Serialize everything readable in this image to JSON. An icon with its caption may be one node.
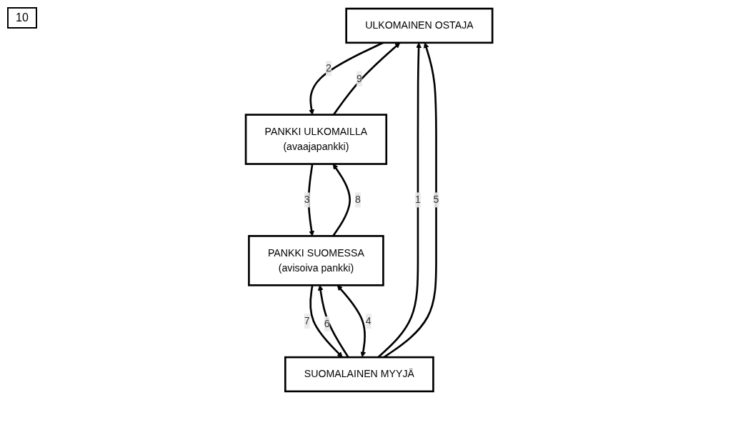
{
  "diagram": {
    "nodes": [
      {
        "text": [
          "ULKOMAINEN OSTAJA"
        ]
      },
      {
        "text": [
          "SUOMALAINEN MYYJÄ"
        ]
      },
      {
        "text": [
          "PANKKI ULKOMAILLA",
          "(avaajapankki)"
        ]
      },
      {
        "text": [
          "PANKKI SUOMESSA",
          "(avisoiva pankki)"
        ]
      }
    ],
    "edges": [
      {
        "from": 1,
        "to": 0,
        "arrow": "to",
        "label": "1"
      },
      {
        "from": 1,
        "to": 0,
        "arrow": "to",
        "label": "5"
      },
      {
        "from": 0,
        "to": 2,
        "arrow": "to",
        "label": "2"
      },
      {
        "from": 2,
        "to": 0,
        "arrow": "to",
        "label": "9"
      },
      {
        "from": 3,
        "to": 1,
        "arrow": "to",
        "label": "7"
      },
      {
        "from": 1,
        "to": 3,
        "arrow": "to",
        "label": "6"
      },
      {
        "from": 1,
        "to": 3,
        "arrow": "both",
        "label": "4"
      },
      {
        "from": 3,
        "to": 2,
        "arrow": "to",
        "label": "8"
      },
      {
        "from": 2,
        "to": 3,
        "arrow": "to",
        "label": "3"
      }
    ],
    "labels": [
      "10"
    ]
  }
}
